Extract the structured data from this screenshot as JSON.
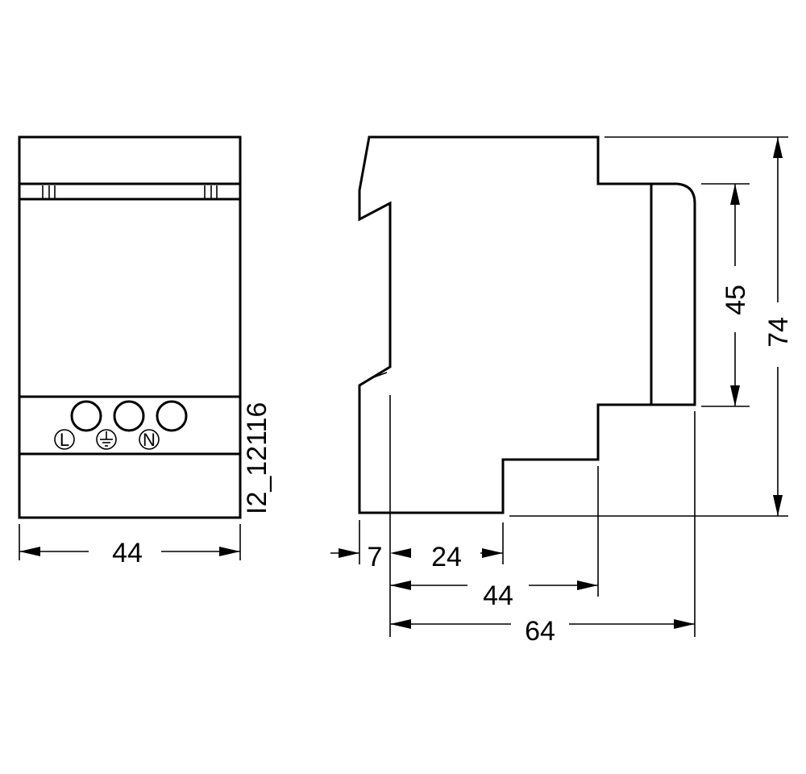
{
  "drawing_id": "I2_12116",
  "front_view": {
    "width_dim": "44",
    "terminals": [
      "L",
      "⏚",
      "N"
    ]
  },
  "side_view": {
    "dim_7": "7",
    "dim_24": "24",
    "dim_44": "44",
    "dim_64": "64",
    "dim_45": "45",
    "dim_74": "74"
  }
}
